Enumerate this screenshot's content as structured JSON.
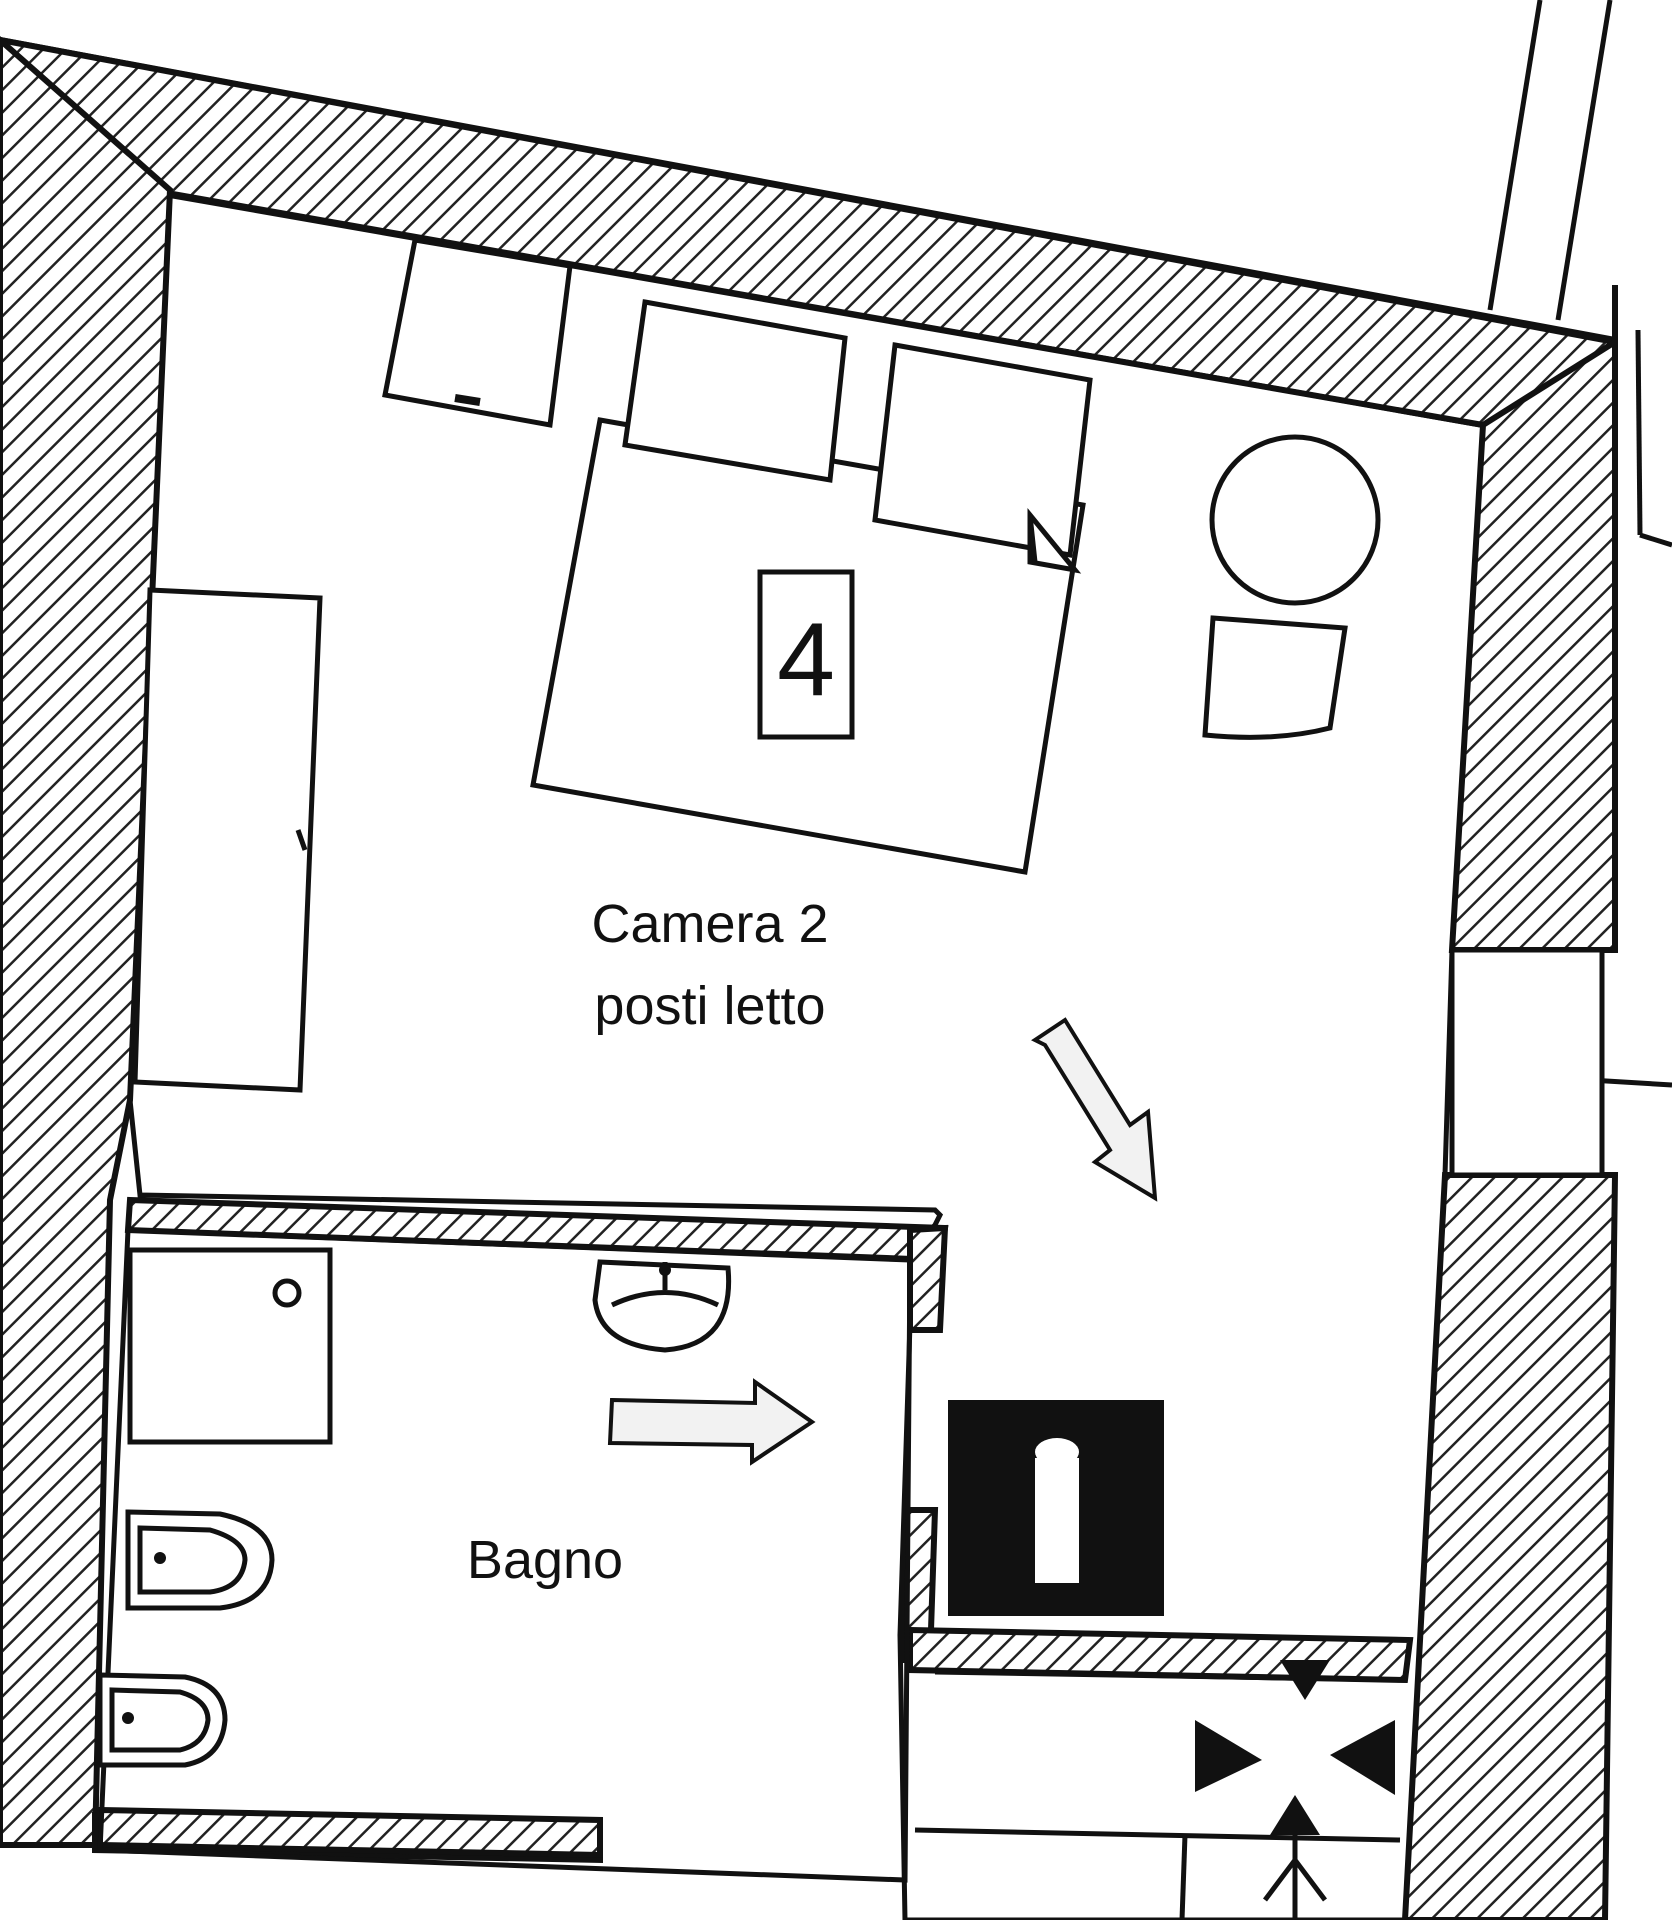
{
  "rooms": {
    "bedroom": {
      "title_line1": "Camera 2",
      "title_line2": "posti letto",
      "number": "4"
    },
    "bathroom": {
      "title": "Bagno"
    }
  },
  "colors": {
    "ink": "#111111",
    "paper": "#ffffff",
    "arrow_fill": "#f2f2f2"
  }
}
